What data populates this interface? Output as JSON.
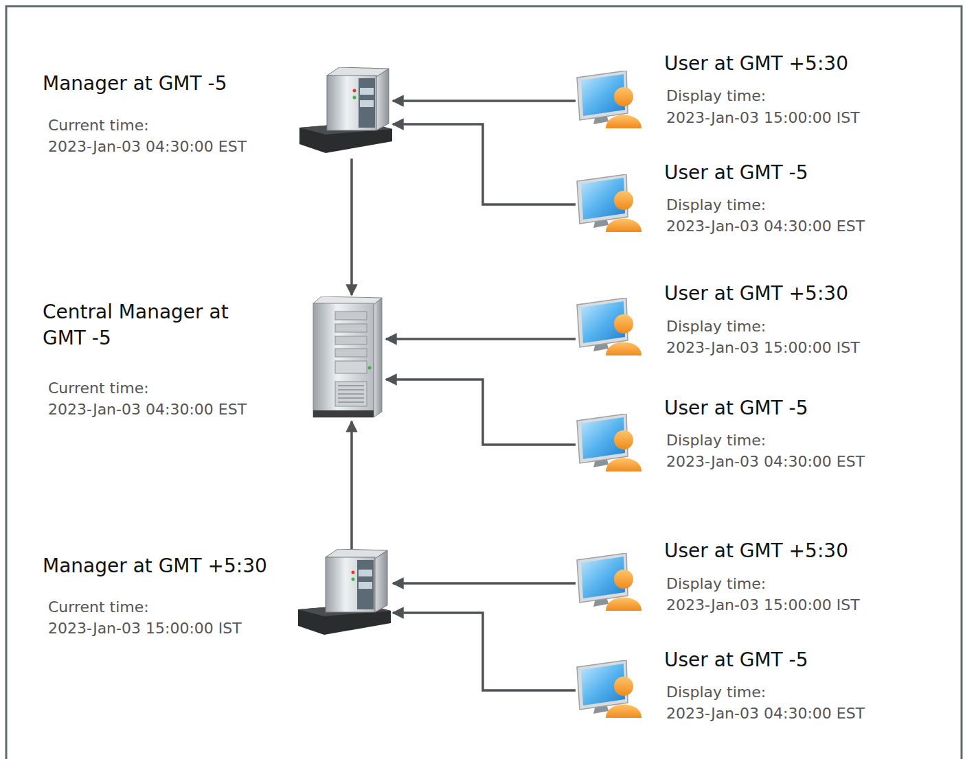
{
  "diagram": {
    "nodes": [
      {
        "text": [
          "Manager at GMT -5",
          "Current time:",
          "2023-Jan-03 04:30:00 EST"
        ]
      },
      {
        "text": [
          "Central Manager at GMT -5",
          "Current time:",
          "2023-Jan-03 04:30:00 EST"
        ]
      },
      {
        "text": [
          "Manager at GMT +5:30",
          "Current time:",
          "2023-Jan-03 15:00:00 IST"
        ]
      },
      {
        "text": [
          "User at GMT +5:30",
          "Display time:",
          "2023-Jan-03 15:00:00 IST"
        ]
      },
      {
        "text": [
          "User at GMT -5",
          "Display time:",
          "2023-Jan-03 04:30:00 EST"
        ]
      },
      {
        "text": [
          "User at GMT +5:30",
          "Display time:",
          "2023-Jan-03 15:00:00 IST"
        ]
      },
      {
        "text": [
          "User at GMT -5",
          "Display time:",
          "2023-Jan-03 04:30:00 EST"
        ]
      },
      {
        "text": [
          "User at GMT +5:30",
          "Display time:",
          "2023-Jan-03 15:00:00 IST"
        ]
      },
      {
        "text": [
          "User at GMT -5",
          "Display time:",
          "2023-Jan-03 04:30:00 EST"
        ]
      }
    ],
    "edges": [
      {
        "from": 3,
        "to": 0,
        "arrow": "to"
      },
      {
        "from": 4,
        "to": 0,
        "arrow": "to"
      },
      {
        "from": 0,
        "to": 1,
        "arrow": "to"
      },
      {
        "from": 5,
        "to": 1,
        "arrow": "to"
      },
      {
        "from": 6,
        "to": 1,
        "arrow": "to"
      },
      {
        "from": 2,
        "to": 1,
        "arrow": "to"
      },
      {
        "from": 7,
        "to": 2,
        "arrow": "to"
      },
      {
        "from": 8,
        "to": 2,
        "arrow": "to"
      }
    ]
  }
}
